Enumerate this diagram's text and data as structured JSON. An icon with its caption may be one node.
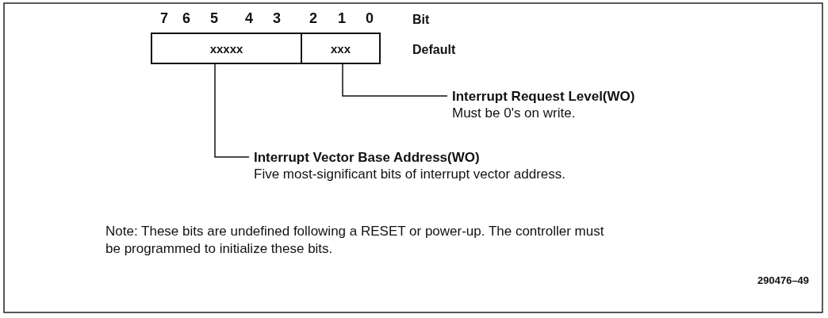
{
  "diagram": {
    "nodes": [
      {
        "text": [
          "xxxxx"
        ]
      },
      {
        "text": [
          "xxx"
        ]
      },
      {
        "text": [
          "Interrupt Request Level(WO)",
          "Must be 0's on write."
        ]
      },
      {
        "text": [
          "Interrupt Vector Base Address(WO)",
          "Five most-significant bits of interrupt vector address."
        ]
      }
    ],
    "edges": [
      {
        "from": 2,
        "to": 1,
        "arrow": "none"
      },
      {
        "from": 3,
        "to": 0,
        "arrow": "none"
      }
    ],
    "labels": [
      "7",
      "6",
      "5",
      "4",
      "3",
      "2",
      "1",
      "0",
      "Bit",
      "Default",
      "Note: These bits are undefined following a RESET or power-up. The controller must be programmed to initialize these bits.",
      "290476–49"
    ]
  }
}
